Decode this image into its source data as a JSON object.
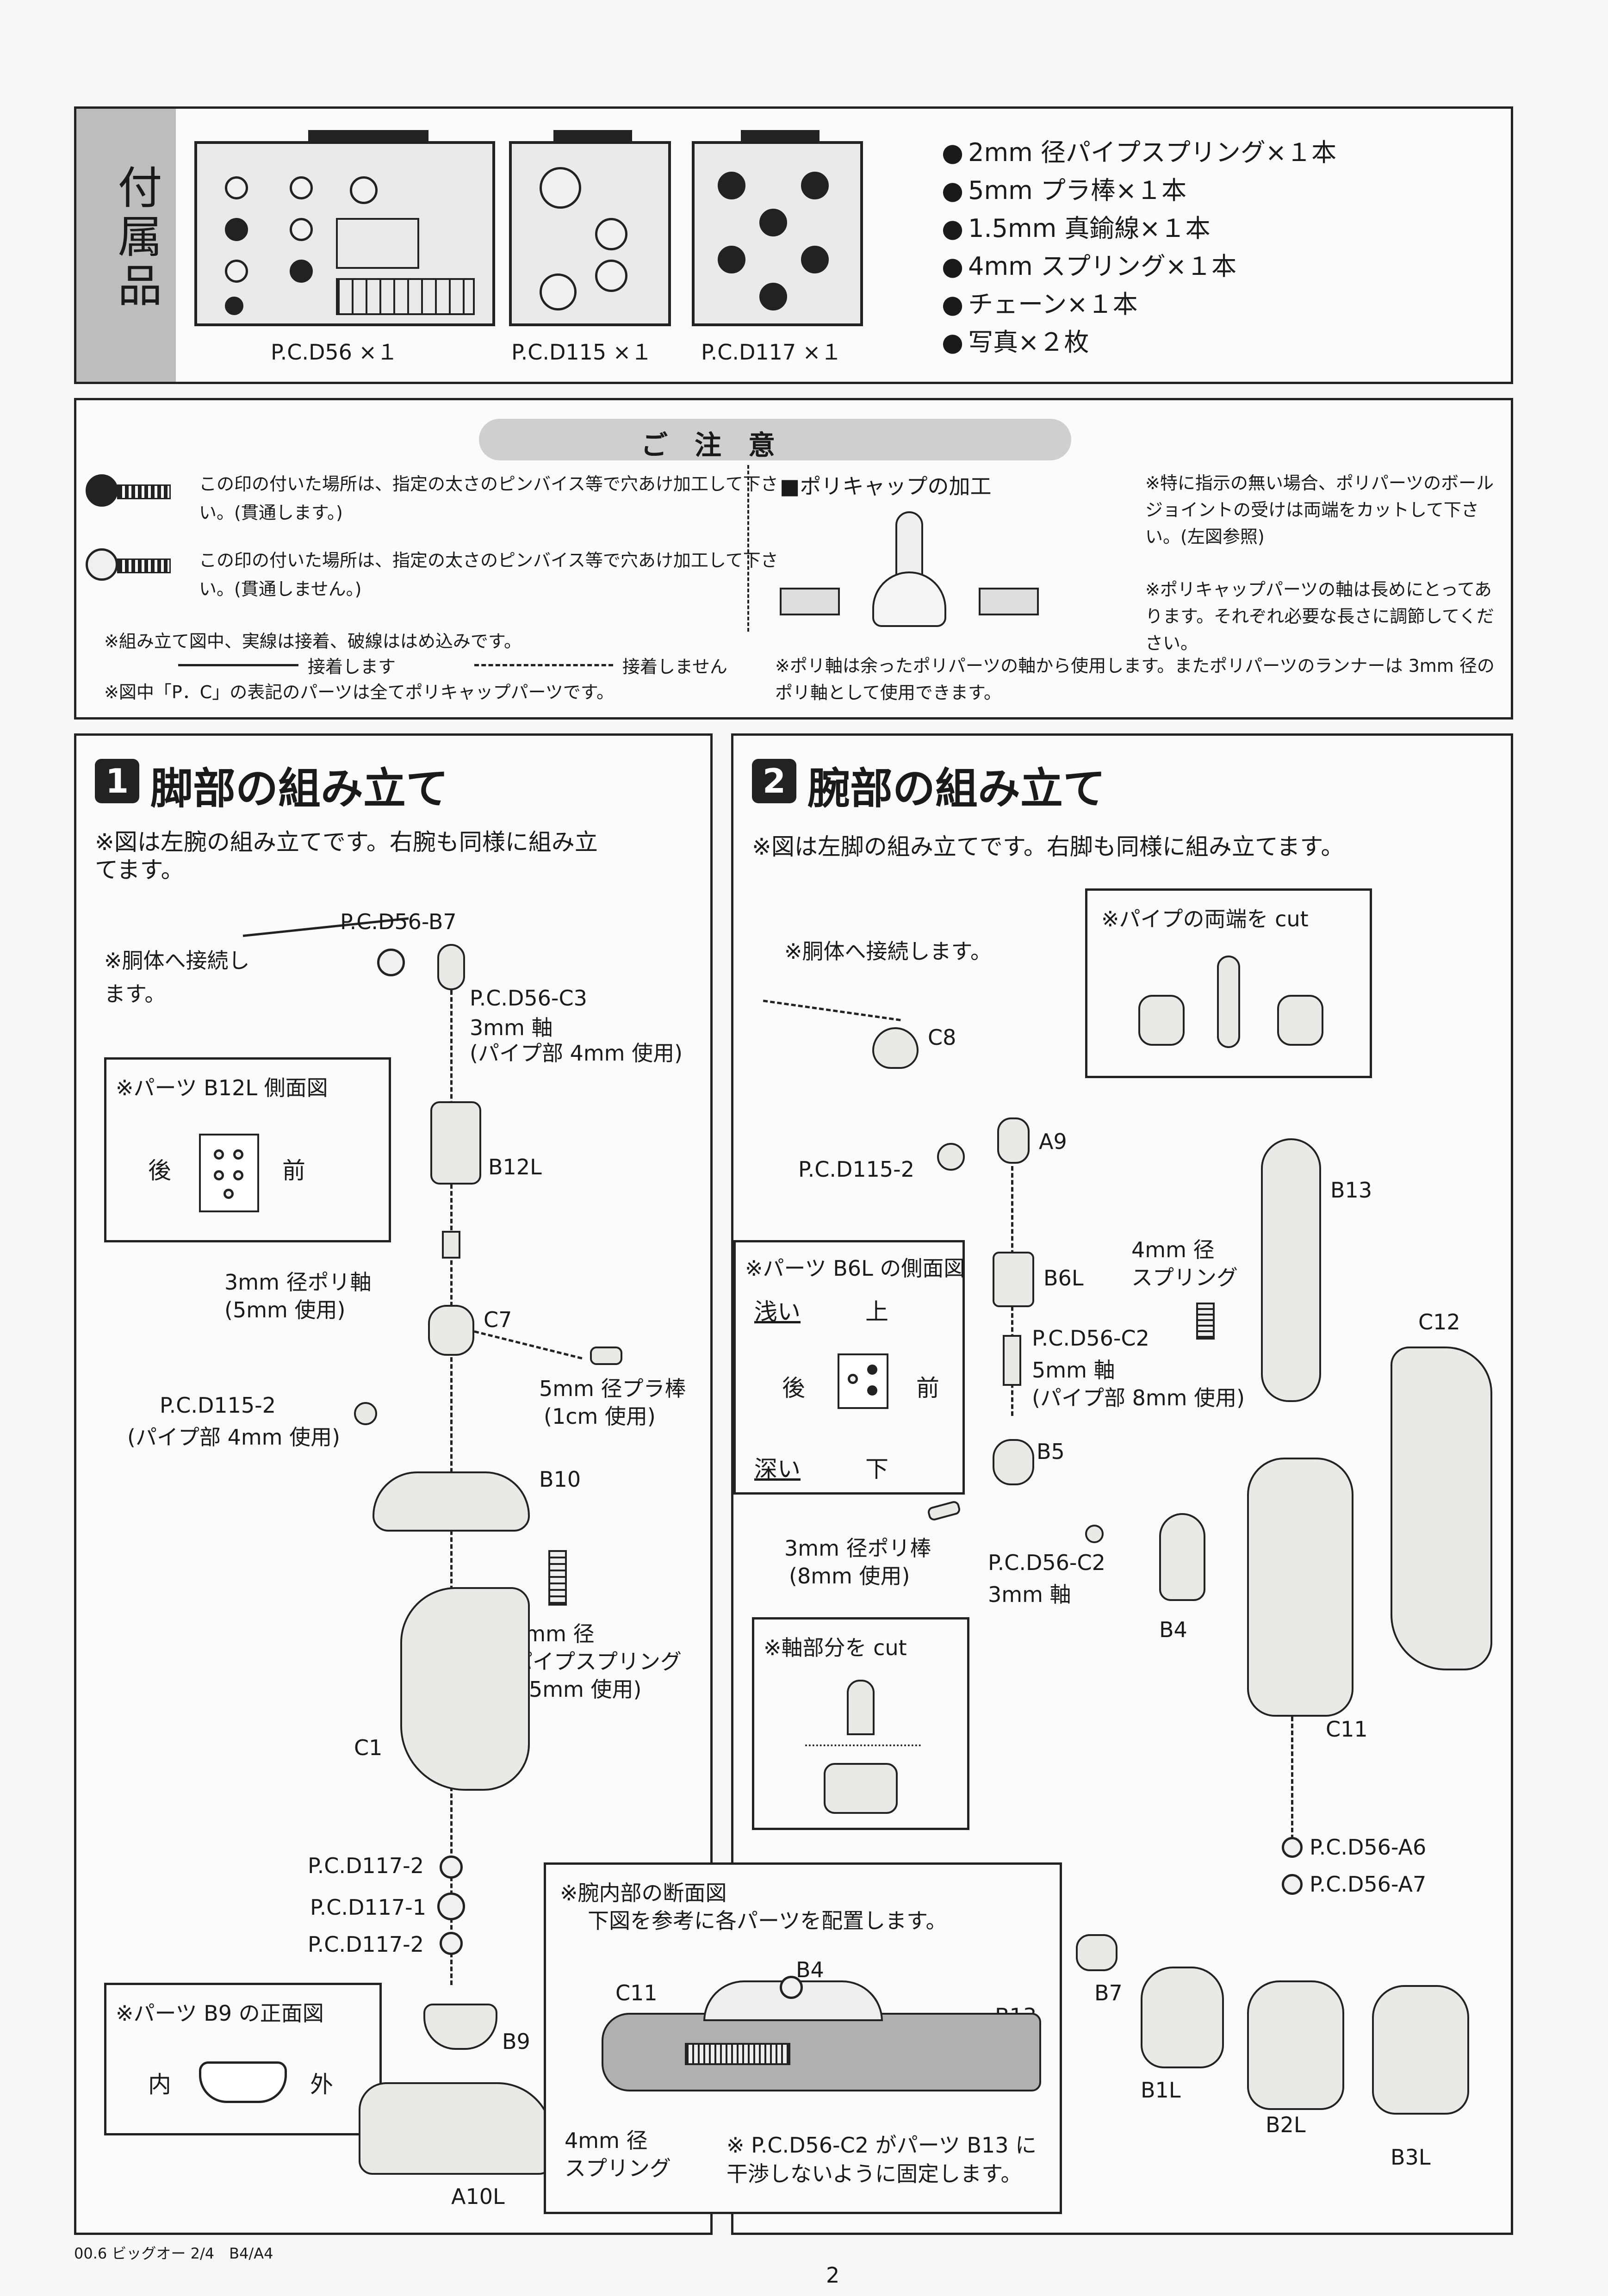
{
  "accessories": {
    "side_label": "付属品",
    "runners": [
      {
        "label": "P.C.D56 ×１"
      },
      {
        "label": "P.C.D115 ×１"
      },
      {
        "label": "P.C.D117 ×１"
      }
    ],
    "items": [
      "2mm 径パイプスプリング×１本",
      "5mm プラ棒×１本",
      "1.5mm 真鍮線×１本",
      "4mm スプリング×１本",
      "チェーン×１本",
      "写真×２枚"
    ]
  },
  "notice": {
    "title": "ご　注　意",
    "drill_through": "この印の付いた場所は、指定の太さのピンバイス等で穴あけ加工して下さい。(貫通します。)",
    "drill_blind": "この印の付いた場所は、指定の太さのピンバイス等で穴あけ加工して下さい。(貫通しません。)",
    "line_note": "※組み立て図中、実線は接着、破線ははめ込みです。",
    "solid_label": "接着します",
    "dashed_label": "接着しません",
    "pc_note": "※図中「P．C」の表記のパーツは全てポリキャップパーツです。",
    "polycap_title": "■ポリキャップの加工",
    "right_note1": "※特に指示の無い場合、ポリパーツのボールジョイントの受けは両端をカットして下さい。(左図参照)",
    "right_note2": "※ポリキャップパーツの軸は長めにとってあります。それぞれ必要な長さに調節してください。",
    "bottom_note": "※ポリ軸は余ったポリパーツの軸から使用します。またポリパーツのランナーは 3mm 径のポリ軸として使用できます。"
  },
  "section1": {
    "num": "1",
    "title": "脚部の組み立て",
    "note": "※図は左腕の組み立てです。右腕も同様に組み立てます。",
    "labels": {
      "pcd56_b7": "P.C.D56-B7",
      "to_body": "※胴体へ接続します。",
      "pcd56_c3": "P.C.D56-C3",
      "shaft3": "3mm 軸",
      "pipe4": "(パイプ部 4mm 使用)",
      "b12l_side": "※パーツ B12L 側面図",
      "back": "後",
      "front": "前",
      "b12l": "B12L",
      "poly3": "3mm 径ポリ軸",
      "use5": "(5mm 使用)",
      "c7": "C7",
      "pla5": "5mm 径プラ棒",
      "use1cm": "(1cm 使用)",
      "pcd115_2": "P.C.D115-2",
      "pipe4b": "(パイプ部 4mm 使用)",
      "b10": "B10",
      "spring2": "2mm 径",
      "pipespring": "パイプスプリング",
      "use5b": "(5mm 使用)",
      "c1": "C1",
      "pcd117_2a": "P.C.D117-2",
      "pcd117_1": "P.C.D117-1",
      "pcd117_2b": "P.C.D117-2",
      "b9_front": "※パーツ B9 の正面図",
      "inner": "内",
      "outer": "外",
      "b9": "B9",
      "a10l": "A10L"
    }
  },
  "section2": {
    "num": "2",
    "title": "腕部の組み立て",
    "note": "※図は左脚の組み立てです。右脚も同様に組み立てます。",
    "labels": {
      "pipe_cut": "※パイプの両端を cut",
      "to_body": "※胴体へ接続します。",
      "c8": "C8",
      "a9": "A9",
      "pcd115_2": "P.C.D115-2",
      "b13": "B13",
      "spring4": "4mm 径",
      "spring": "スプリング",
      "b6l_side": "※パーツ B6L の側面図",
      "shallow": "浅い",
      "up": "上",
      "back": "後",
      "front": "前",
      "deep": "深い",
      "down": "下",
      "b6l": "B6L",
      "pcd56_c2": "P.C.D56-C2",
      "shaft5": "5mm 軸",
      "pipe8": "(パイプ部 8mm 使用)",
      "c12": "C12",
      "b5": "B5",
      "poly3": "3mm 径ポリ棒",
      "use8": "(8mm 使用)",
      "pcd56_c2b": "P.C.D56-C2",
      "shaft3": "3mm 軸",
      "b4": "B4",
      "cut_shaft": "※軸部分を cut",
      "c11": "C11",
      "pcd56_a6": "P.C.D56-A6",
      "pcd56_a7": "P.C.D56-A7",
      "section_title": "※腕内部の断面図",
      "section_sub": "下図を参考に各パーツを配置します。",
      "s_c11": "C11",
      "s_b4": "B4",
      "s_b13": "B13",
      "s_spring4": "4mm 径",
      "s_spring": "スプリング",
      "s_note": "※ P.C.D56-C2 がパーツ B13 に干渉しないように固定します。",
      "b7": "B7",
      "b1l": "B1L",
      "b2l": "B2L",
      "b3l": "B3L"
    }
  },
  "footer": {
    "code": "00.6 ビッグオー 2/4　B4/A4",
    "page": "2"
  }
}
